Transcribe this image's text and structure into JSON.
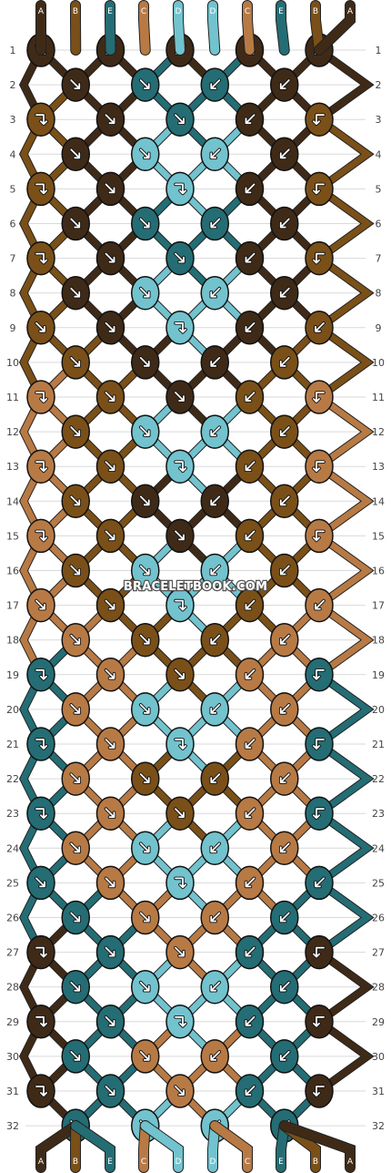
{
  "site": {
    "watermark": "BRACELETBOOK.COM"
  },
  "strand_labels": [
    "A",
    "B",
    "E",
    "C",
    "D",
    "D",
    "C",
    "E",
    "B",
    "A"
  ],
  "colors": {
    "A": "#3f2a18",
    "B": "#7a5018",
    "C": "#b87a45",
    "D": "#72c3ce",
    "E": "#246d74"
  },
  "rows": [
    1,
    2,
    3,
    4,
    5,
    6,
    7,
    8,
    9,
    10,
    11,
    12,
    13,
    14,
    15,
    16,
    17,
    18,
    19,
    20,
    21,
    22,
    23,
    24,
    25,
    26,
    27,
    28,
    29,
    30,
    31,
    32
  ],
  "knot_icons": {
    "forward": "arrow-down-right-icon",
    "backward": "arrow-down-left-icon",
    "forward_backward": "arrow-right-then-down-icon",
    "backward_forward": "arrow-left-then-down-icon"
  },
  "knots": [
    [
      "f:A",
      "b:A",
      "b:A",
      "f:A",
      "b:A"
    ],
    [
      "f:A",
      "f:E",
      "b:E",
      "b:A"
    ],
    [
      "fb:B",
      "f:A",
      "f:E",
      "b:A",
      "bf:B"
    ],
    [
      "f:A",
      "f:D",
      "b:D",
      "b:A"
    ],
    [
      "fb:B",
      "f:A",
      "fb:D",
      "b:A",
      "bf:B"
    ],
    [
      "f:A",
      "f:E",
      "b:E",
      "b:A"
    ],
    [
      "fb:B",
      "f:A",
      "f:E",
      "b:A",
      "bf:B"
    ],
    [
      "f:A",
      "f:D",
      "b:D",
      "b:A"
    ],
    [
      "f:B",
      "f:A",
      "fb:D",
      "b:A",
      "b:B"
    ],
    [
      "f:B",
      "f:A",
      "b:A",
      "b:B"
    ],
    [
      "fb:C",
      "f:B",
      "f:A",
      "b:B",
      "bf:C"
    ],
    [
      "f:B",
      "f:D",
      "b:D",
      "b:B"
    ],
    [
      "fb:C",
      "f:B",
      "fb:D",
      "b:B",
      "bf:C"
    ],
    [
      "f:B",
      "f:A",
      "b:A",
      "b:B"
    ],
    [
      "fb:C",
      "f:B",
      "f:A",
      "b:B",
      "bf:C"
    ],
    [
      "f:B",
      "f:D",
      "b:D",
      "b:B"
    ],
    [
      "f:C",
      "f:B",
      "fb:D",
      "b:B",
      "b:C"
    ],
    [
      "f:C",
      "f:B",
      "b:B",
      "b:C"
    ],
    [
      "fb:E",
      "f:C",
      "f:B",
      "b:C",
      "bf:E"
    ],
    [
      "f:C",
      "f:D",
      "b:D",
      "b:C"
    ],
    [
      "fb:E",
      "f:C",
      "fb:D",
      "b:C",
      "bf:E"
    ],
    [
      "f:C",
      "f:B",
      "b:B",
      "b:C"
    ],
    [
      "fb:E",
      "f:C",
      "f:B",
      "b:C",
      "bf:E"
    ],
    [
      "f:C",
      "f:D",
      "b:D",
      "b:C"
    ],
    [
      "f:E",
      "f:C",
      "fb:D",
      "b:C",
      "b:E"
    ],
    [
      "f:E",
      "f:C",
      "b:C",
      "b:E"
    ],
    [
      "fb:A",
      "f:E",
      "f:C",
      "b:E",
      "bf:A"
    ],
    [
      "f:E",
      "f:D",
      "b:D",
      "b:E"
    ],
    [
      "fb:A",
      "f:E",
      "fb:D",
      "b:E",
      "bf:A"
    ],
    [
      "f:E",
      "f:C",
      "b:C",
      "b:E"
    ],
    [
      "fb:A",
      "f:E",
      "f:C",
      "b:E",
      "bf:A"
    ],
    [
      "f:E",
      "f:D",
      "b:D",
      "b:E"
    ]
  ],
  "bottom_labels": [
    "A",
    "B",
    "E",
    "C",
    "D",
    "D",
    "C",
    "E",
    "B",
    "A"
  ]
}
